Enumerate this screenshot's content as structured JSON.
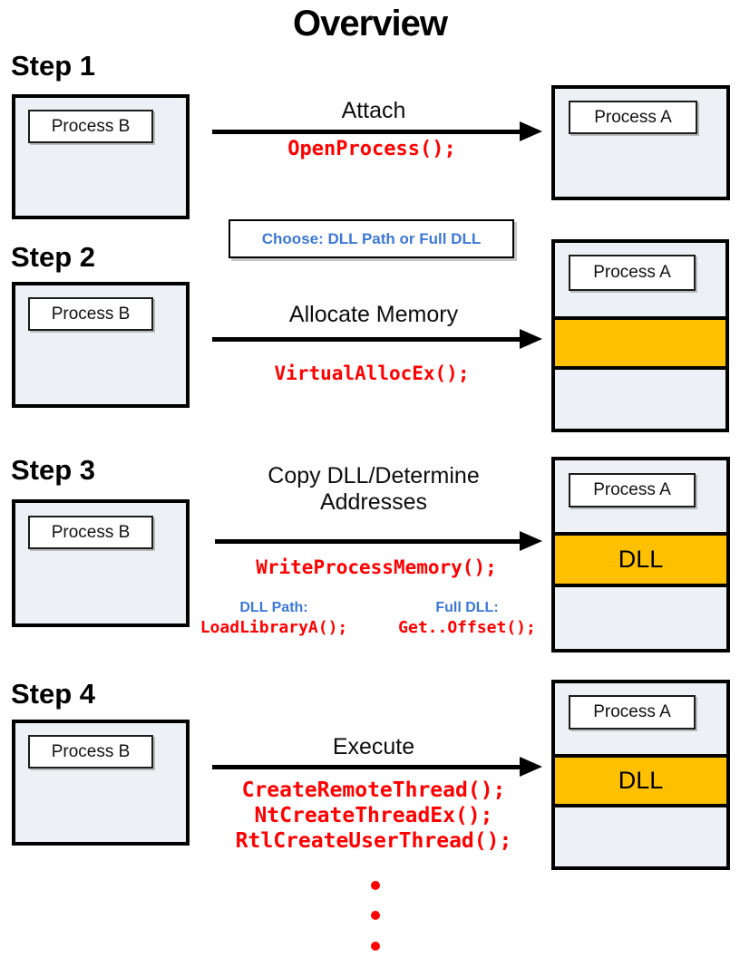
{
  "page": {
    "title": "Overview"
  },
  "colors": {
    "box_fill": "#edf0f4",
    "highlight_orange": "#ffc000",
    "code_red": "#ff0000",
    "label_blue": "#3c78d8"
  },
  "choose_note": "Choose: DLL Path or Full DLL",
  "steps": [
    {
      "label": "Step 1",
      "source_process": "Process B",
      "target_process": "Process A",
      "action": "Attach",
      "api": "OpenProcess();"
    },
    {
      "label": "Step 2",
      "source_process": "Process B",
      "target_process": "Process A",
      "action": "Allocate Memory",
      "api": "VirtualAllocEx();"
    },
    {
      "label": "Step 3",
      "source_process": "Process B",
      "target_process": "Process A",
      "action": "Copy DLL/Determine Addresses",
      "api": "WriteProcessMemory();",
      "memory_label": "DLL",
      "options": [
        {
          "name": "DLL Path:",
          "api": "LoadLibraryA();"
        },
        {
          "name": "Full DLL:",
          "api": "Get..Offset();"
        }
      ]
    },
    {
      "label": "Step 4",
      "source_process": "Process B",
      "target_process": "Process A",
      "action": "Execute",
      "apis": [
        "CreateRemoteThread();",
        "NtCreateThreadEx();",
        "RtlCreateUserThread();"
      ],
      "memory_label": "DLL"
    }
  ]
}
